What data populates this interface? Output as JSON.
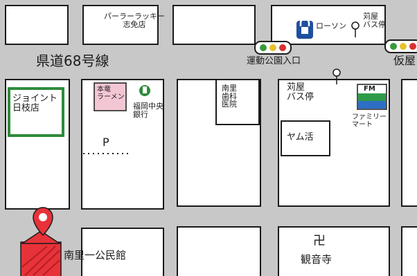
{
  "map": {
    "colors": {
      "road": "#c8c8c8",
      "block": "#ffffff",
      "outline": "#1a1a1a",
      "destination": "#e8323a",
      "supermarket_green": "#2e8b3a",
      "family_mart_green": "#2f9a4a",
      "family_mart_blue": "#2d6fc4",
      "lawson_blue": "#1f4fa0",
      "ramen_pink": "#f3c6d4"
    },
    "labels": {
      "pachinko_shop": "パーラーラッキー\n志免店",
      "lawson": "ローソン",
      "bus_stop_karita_top": "苅屋\nバス停",
      "prefectural_road": "県道68号線",
      "intersection": "運動公園入口",
      "karita_partial": "仮屋",
      "joint_store": "ジョイント\n日枝店",
      "ramen_shop": "本竜\nラーメン",
      "bank": "福岡中央\n銀行",
      "dental_clinic": "南里\n歯科\n医院",
      "bus_stop_karita": "苅屋\nバス停",
      "family_mart": "ファミリー\nマート",
      "family_mart_sign": "FM",
      "matsukatsu": "ヤム活",
      "parking": "P",
      "community_hall": "南里一公民館",
      "temple": "観音寺",
      "temple_symbol": "卍"
    }
  }
}
